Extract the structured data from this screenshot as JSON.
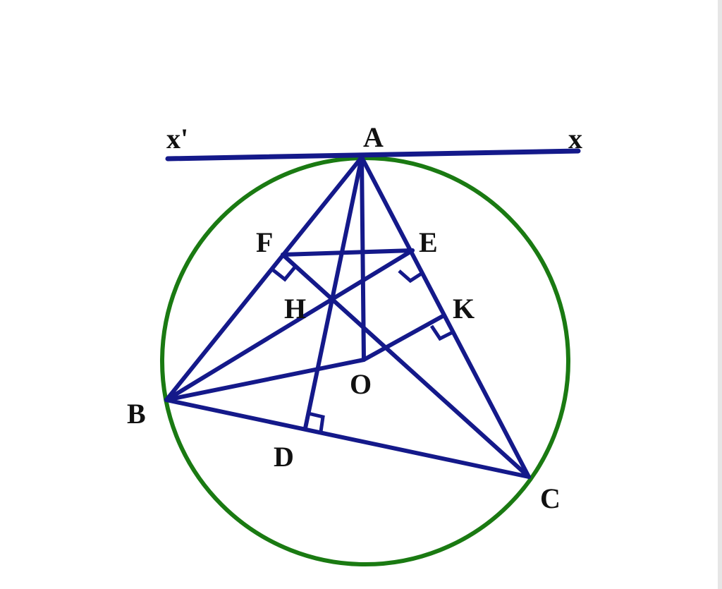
{
  "labels": {
    "A": "A",
    "B": "B",
    "C": "C",
    "D": "D",
    "E": "E",
    "F": "F",
    "H": "H",
    "K": "K",
    "O": "O",
    "x": "x",
    "x_prime": "x'"
  },
  "colors": {
    "lines": "#14198a",
    "circle": "#1a7a12",
    "text": "#111111",
    "background": "#ffffff"
  }
}
